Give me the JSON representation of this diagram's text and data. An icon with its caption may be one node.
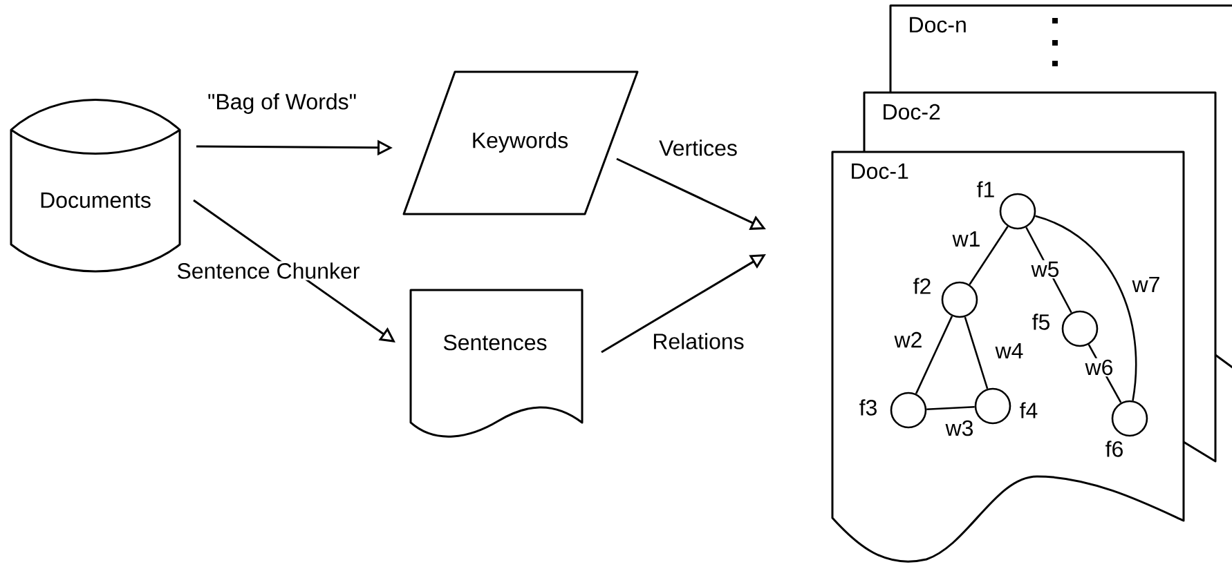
{
  "diagram": {
    "nodes": [
      {
        "text": [
          "Documents"
        ]
      },
      {
        "text": [
          "Keywords"
        ]
      },
      {
        "text": [
          "Sentences"
        ]
      },
      {
        "text": [
          "Doc-n"
        ]
      },
      {
        "text": [
          "Doc-2"
        ]
      },
      {
        "text": [
          "Doc-1"
        ]
      },
      {
        "text": [],
        "shape": "circle",
        "beside": [
          "f1"
        ],
        "in": 5
      },
      {
        "text": [],
        "shape": "circle",
        "beside": [
          "f2"
        ],
        "in": 5
      },
      {
        "text": [],
        "shape": "circle",
        "beside": [
          "f3"
        ],
        "in": 5
      },
      {
        "text": [],
        "shape": "circle",
        "beside": [
          "f4"
        ],
        "in": 5
      },
      {
        "text": [],
        "shape": "circle",
        "beside": [
          "f5"
        ],
        "in": 5
      },
      {
        "text": [],
        "shape": "circle",
        "beside": [
          "f6"
        ],
        "in": 5
      }
    ],
    "edges": [
      {
        "from": 0,
        "to": 1,
        "arrow": "to",
        "label": "\"Bag of Words\""
      },
      {
        "from": 0,
        "to": 2,
        "arrow": "to",
        "label": "Sentence Chunker"
      },
      {
        "from": 1,
        "to": null,
        "arrow": "to",
        "label": "Vertices"
      },
      {
        "from": 2,
        "to": null,
        "arrow": "to",
        "label": "Relations"
      },
      {
        "from": 6,
        "to": 7,
        "arrow": "none",
        "label": "w1"
      },
      {
        "from": 7,
        "to": 8,
        "arrow": "none",
        "label": "w2"
      },
      {
        "from": 8,
        "to": 9,
        "arrow": "none",
        "label": "w3"
      },
      {
        "from": 7,
        "to": 9,
        "arrow": "none",
        "label": "w4"
      },
      {
        "from": 6,
        "to": 10,
        "arrow": "none",
        "label": "w5"
      },
      {
        "from": 10,
        "to": 11,
        "arrow": "none",
        "label": "w6"
      },
      {
        "from": 6,
        "to": 11,
        "arrow": "none",
        "label": "w7"
      }
    ]
  }
}
